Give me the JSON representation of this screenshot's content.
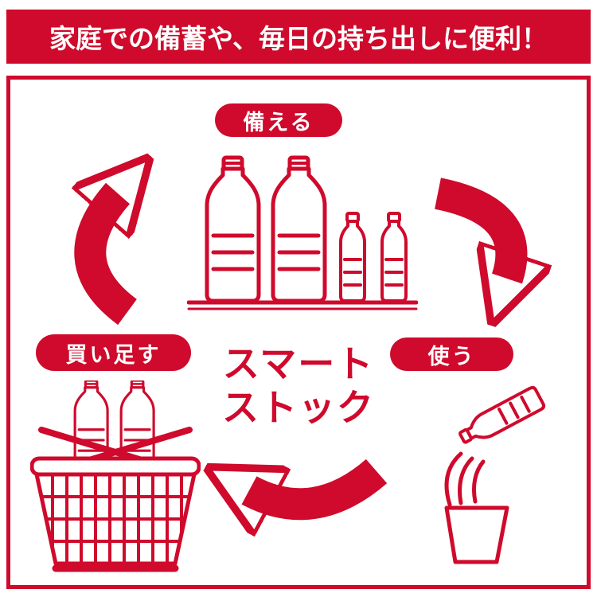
{
  "colors": {
    "accent": "#cf0a2c",
    "background": "#ffffff"
  },
  "banner": {
    "text": "家庭での備蓄や、毎日の持ち出しに便利！"
  },
  "diagram": {
    "title_line1": "スマート",
    "title_line2": "ストック",
    "steps": {
      "prepare": {
        "label": "備える",
        "icon": "water-bottles-on-shelf"
      },
      "use": {
        "label": "使う",
        "icon": "bottle-pouring-into-glass"
      },
      "restock": {
        "label": "買い足す",
        "icon": "shopping-basket-with-bottles"
      }
    },
    "arrows": [
      {
        "name": "restock-to-prepare",
        "icon": "curved-arrow-up-right"
      },
      {
        "name": "prepare-to-use",
        "icon": "curved-arrow-down"
      },
      {
        "name": "use-to-restock",
        "icon": "curved-arrow-left"
      }
    ]
  }
}
